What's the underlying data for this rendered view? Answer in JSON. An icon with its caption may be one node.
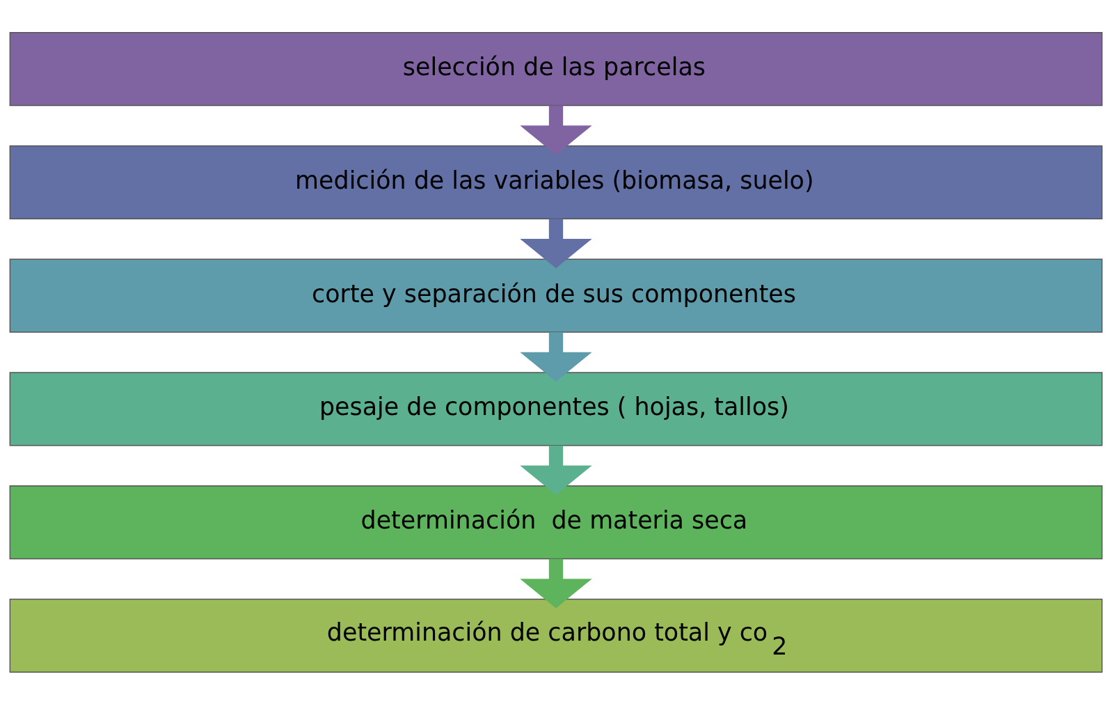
{
  "diagram": {
    "nodes": [
      {
        "text": [
          "selección de las parcelas"
        ]
      },
      {
        "text": [
          "medición de las variables (biomasa, suelo)"
        ]
      },
      {
        "text": [
          "corte y separación de sus componentes"
        ]
      },
      {
        "text": [
          "pesaje de componentes ( hojas, tallos)"
        ]
      },
      {
        "text": [
          "determinación  de materia seca"
        ]
      },
      {
        "text": [
          "determinación de carbono total y co$_{2}$"
        ]
      }
    ],
    "edges": [
      {
        "from": 0,
        "to": 1,
        "arrow": "to",
        "color": "#8064a2"
      },
      {
        "from": 1,
        "to": 2,
        "arrow": "to",
        "color": "#6370a6"
      },
      {
        "from": 2,
        "to": 3,
        "arrow": "to",
        "color": "#5e9bab"
      },
      {
        "from": 3,
        "to": 4,
        "arrow": "to",
        "color": "#5bb08f"
      },
      {
        "from": 4,
        "to": 5,
        "arrow": "to",
        "color": "#5db45d"
      }
    ]
  }
}
